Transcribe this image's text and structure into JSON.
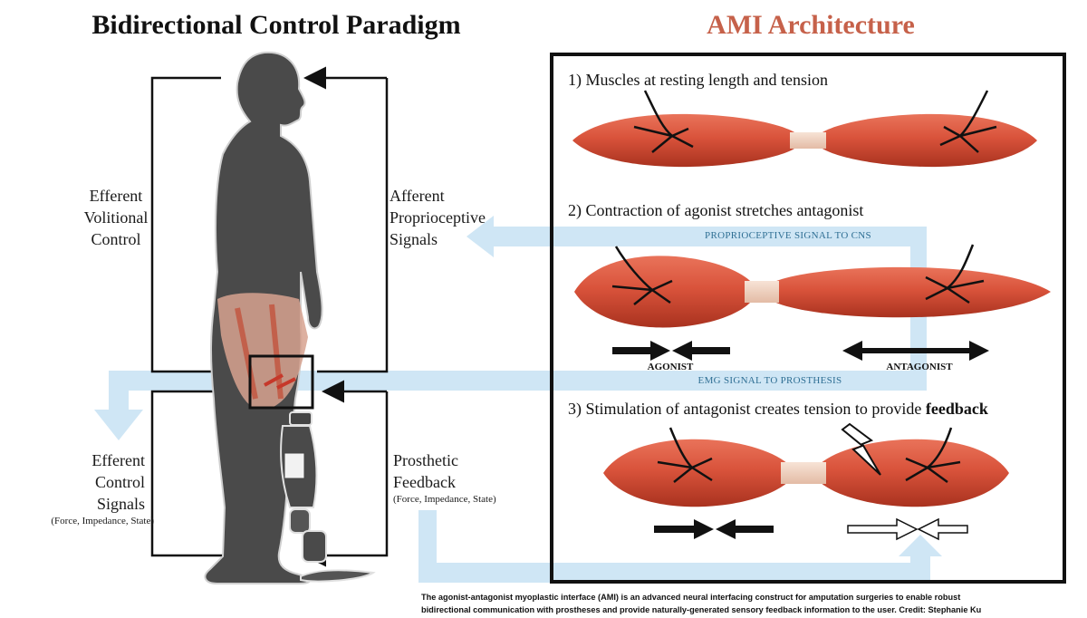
{
  "titles": {
    "left": "Bidirectional Control Paradigm",
    "right": "AMI Architecture"
  },
  "left_labels": {
    "efferent_volitional": [
      "Efferent",
      "Volitional",
      "Control"
    ],
    "afferent_proprioceptive": [
      "Afferent",
      "Proprioceptive",
      "Signals"
    ],
    "efferent_control": [
      "Efferent",
      "Control",
      "Signals"
    ],
    "efferent_control_sub": "(Force, Impedance, State)",
    "prosthetic_feedback": [
      "Prosthetic",
      "Feedback"
    ],
    "prosthetic_feedback_sub": "(Force, Impedance, State)"
  },
  "ami": {
    "step1": "1) Muscles at resting length and tension",
    "step2": "2) Contraction of agonist stretches antagonist",
    "step3_prefix": "3) Stimulation of antagonist creates tension to provide ",
    "step3_bold": "feedback",
    "signal_to_cns": "PROPRIOCEPTIVE SIGNAL TO CNS",
    "signal_to_prosthesis": "EMG SIGNAL TO PROSTHESIS",
    "agonist": "AGONIST",
    "antagonist": "ANTAGONIST"
  },
  "caption": [
    "The agonist-antagonist myoplastic interface (AMI) is an advanced neural interfacing construct for amputation surgeries to enable robust",
    "bidirectional communication with prostheses and provide naturally-generated sensory feedback information to the user. Credit: Stephanie Ku"
  ],
  "colors": {
    "muscle": "#d9533b",
    "muscle_dark": "#b83a26",
    "tendon": "#f2d6c4",
    "signal_band": "#cfe6f5",
    "silhouette": "#4a4a4a",
    "title_accent": "#c6614a"
  }
}
